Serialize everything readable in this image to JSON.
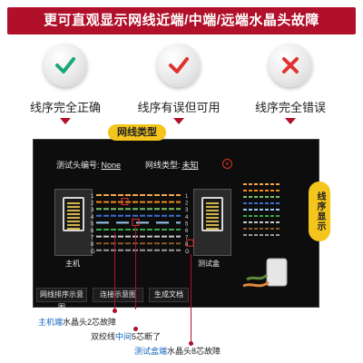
{
  "banner": {
    "title": "更可直观显示网线近端/中端/远端水晶头故障"
  },
  "statuses": [
    {
      "label": "线序完全正确",
      "icon": "check-icon",
      "color": "#19a974"
    },
    {
      "label": "线序有误但可用",
      "icon": "check-icon",
      "color": "#e0332f"
    },
    {
      "label": "线序完全错误",
      "icon": "close-icon",
      "color": "#e0332f"
    }
  ],
  "panel": {
    "type_pill": "网线类型",
    "probe_label": "测试头编号:",
    "probe_value": "None",
    "cable_label": "网线类型:",
    "cable_value": "未知",
    "host_label": "主机",
    "tester_label": "测试盒",
    "side_tab": "线序显示",
    "buttons": {
      "wiring": "网线排序示意图",
      "connection": "连接示意图",
      "report": "生成文档"
    },
    "pins_left": [
      "1",
      "2",
      "3",
      "4",
      "5",
      "6",
      "7",
      "8",
      "G"
    ],
    "pins_right": [
      "1",
      "2",
      "3",
      "4",
      "5",
      "6",
      "7",
      "8",
      "G"
    ]
  },
  "captions": {
    "c1_blue": "主机端",
    "c1_rest": "水晶头2芯故障",
    "c2_pre": "双绞线",
    "c2_blue": "中间",
    "c2_rest": "5芯断了",
    "c3_blue": "测试盒端",
    "c3_rest": "水晶头8芯故障"
  },
  "colors": {
    "accent_red": "#b0102a",
    "accent_yellow": "#f3c51d",
    "caption_blue": "#1565c0"
  }
}
